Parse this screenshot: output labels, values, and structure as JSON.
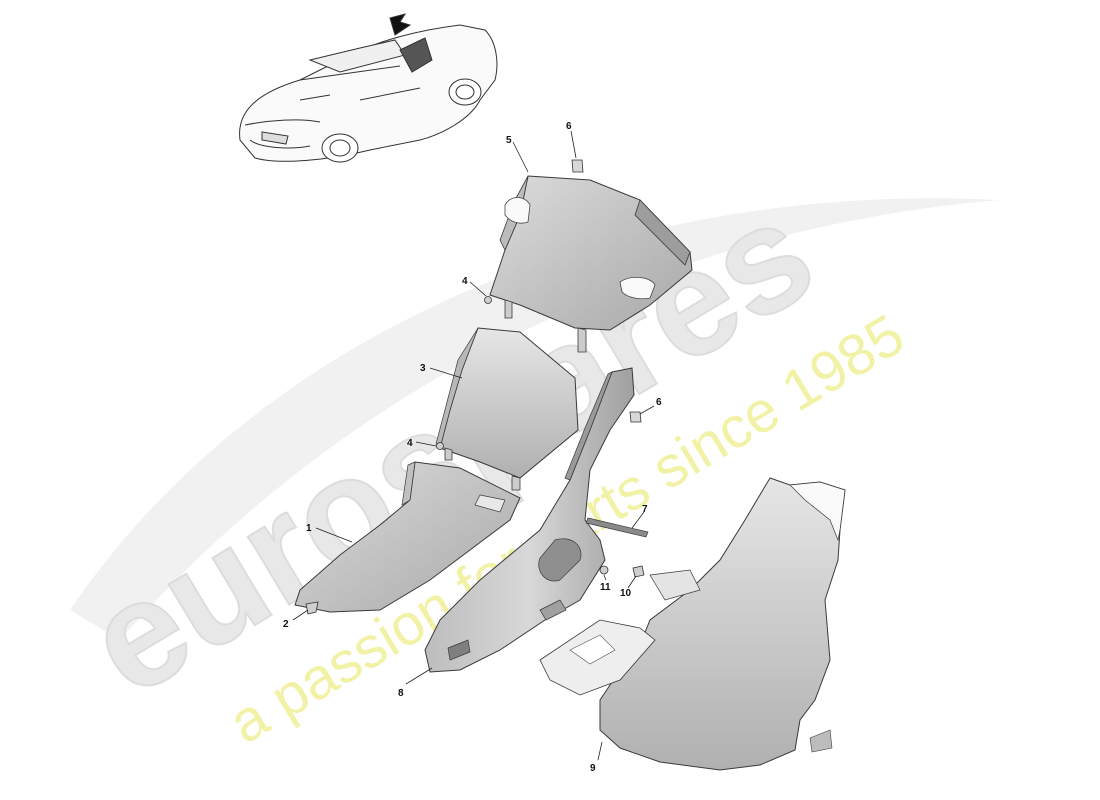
{
  "watermark": {
    "brand": "eurospares",
    "tagline": "a passion for parts since 1985",
    "brand_color": "#e9e9e9",
    "tagline_color": "#f3f3b0"
  },
  "callouts": [
    {
      "id": "c1",
      "label": "1"
    },
    {
      "id": "c2",
      "label": "2"
    },
    {
      "id": "c3",
      "label": "3"
    },
    {
      "id": "c4a",
      "label": "4"
    },
    {
      "id": "c4b",
      "label": "4"
    },
    {
      "id": "c5",
      "label": "5"
    },
    {
      "id": "c6a",
      "label": "6"
    },
    {
      "id": "c6b",
      "label": "6"
    },
    {
      "id": "c7",
      "label": "7"
    },
    {
      "id": "c8",
      "label": "8"
    },
    {
      "id": "c9",
      "label": "9"
    },
    {
      "id": "c10",
      "label": "10"
    },
    {
      "id": "c11",
      "label": "11"
    }
  ],
  "colors": {
    "panel_fill": "#cfcfcf",
    "panel_dark": "#a9a9a9",
    "outline": "#3a3a3a",
    "leader": "#222222"
  }
}
